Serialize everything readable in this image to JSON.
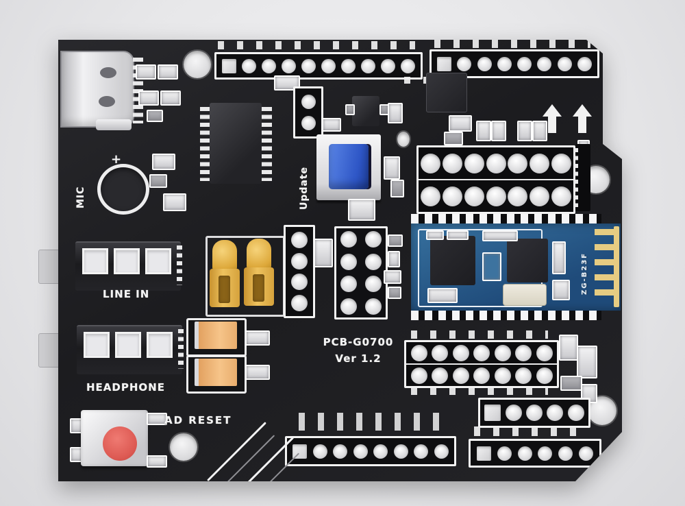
{
  "scene": {
    "description": "Photo of a black audio Bluetooth Arduino-style shield PCB on a light gray background",
    "background_color": "#e9e9eb",
    "board_color": "#1d1d20"
  },
  "silkscreen": {
    "mic": "MIC",
    "line_in": "LINE IN",
    "headphone": "HEADPHONE",
    "ad_reset": "AD RESET",
    "update": "Update",
    "board_code": "PCB-G0700",
    "board_version": "Ver 1.2",
    "module_code": "ZG-B23F"
  },
  "icons": {
    "plus_mark": "+"
  },
  "colors": {
    "update_button_blue": "#3560cf",
    "reset_button_red": "#e06058",
    "jumper_yellow": "#e7b64e",
    "capacitor_orange": "#f3b97d",
    "module_blue": "#2c6096",
    "antenna_gold": "#e6cc82",
    "silkscreen_white": "#f4f4f4"
  }
}
